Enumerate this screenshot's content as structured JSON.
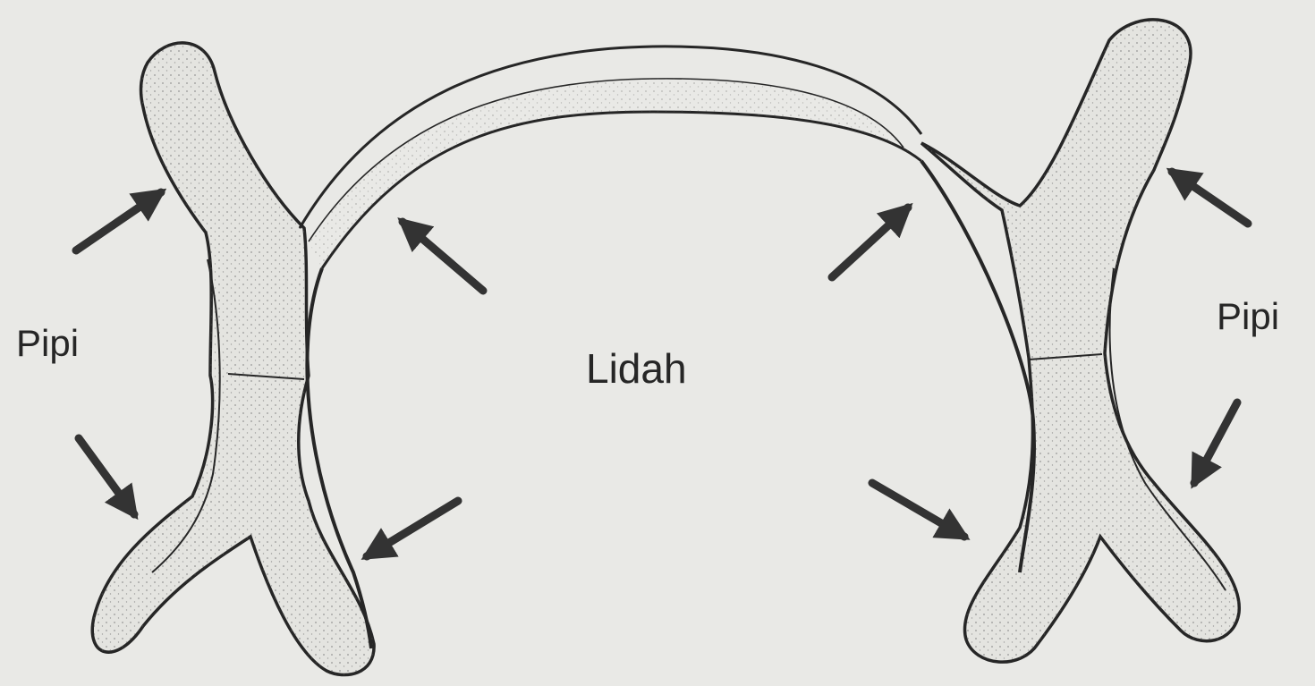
{
  "labels": {
    "cheek_left": "Pipi",
    "cheek_right": "Pipi",
    "tongue": "Lidah"
  },
  "colors": {
    "paper": "#e9e9e6",
    "ink": "#262626",
    "flange_fill": "#e4e4e0"
  },
  "icons": [
    "arrow-icon",
    "stipple-texture"
  ]
}
